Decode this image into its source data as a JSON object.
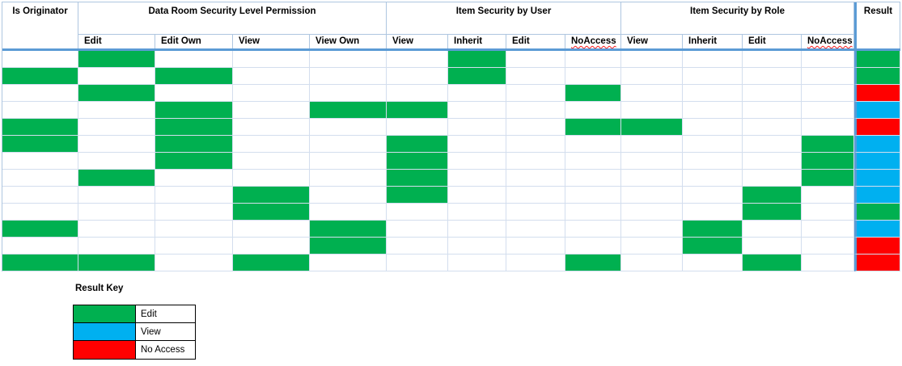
{
  "colors": {
    "edit": "#00B050",
    "view": "#00B0F0",
    "no_access": "#FF0000",
    "accent_blue": "#5B9BD5"
  },
  "table": {
    "corner_header": "Is Originator",
    "result_header": "Result",
    "groups": [
      {
        "label": "Data Room Security Level Permission",
        "columns": [
          {
            "label": "Edit"
          },
          {
            "label": "Edit Own"
          },
          {
            "label": "View"
          },
          {
            "label": "View Own"
          }
        ]
      },
      {
        "label": "Item Security by User",
        "columns": [
          {
            "label": "View"
          },
          {
            "label": "Inherit"
          },
          {
            "label": "Edit"
          },
          {
            "label": "NoAccess",
            "spellcheck_underline": true
          }
        ]
      },
      {
        "label": "Item Security by Role",
        "columns": [
          {
            "label": "View"
          },
          {
            "label": "Inherit"
          },
          {
            "label": "Edit"
          },
          {
            "label": "NoAccess",
            "spellcheck_underline": true
          }
        ]
      }
    ],
    "rows": [
      {
        "cells": [
          0,
          1,
          0,
          0,
          0,
          0,
          1,
          0,
          0,
          0,
          0,
          0,
          0
        ],
        "result": "edit"
      },
      {
        "cells": [
          1,
          0,
          1,
          0,
          0,
          0,
          1,
          0,
          0,
          0,
          0,
          0,
          0
        ],
        "result": "edit"
      },
      {
        "cells": [
          0,
          1,
          0,
          0,
          0,
          0,
          0,
          0,
          1,
          0,
          0,
          0,
          0
        ],
        "result": "no_access"
      },
      {
        "cells": [
          0,
          0,
          1,
          0,
          1,
          1,
          0,
          0,
          0,
          0,
          0,
          0,
          0
        ],
        "result": "view"
      },
      {
        "cells": [
          1,
          0,
          1,
          0,
          0,
          0,
          0,
          0,
          1,
          1,
          0,
          0,
          0
        ],
        "result": "no_access"
      },
      {
        "cells": [
          1,
          0,
          1,
          0,
          0,
          1,
          0,
          0,
          0,
          0,
          0,
          0,
          1
        ],
        "result": "view"
      },
      {
        "cells": [
          0,
          0,
          1,
          0,
          0,
          1,
          0,
          0,
          0,
          0,
          0,
          0,
          1
        ],
        "result": "view"
      },
      {
        "cells": [
          0,
          1,
          0,
          0,
          0,
          1,
          0,
          0,
          0,
          0,
          0,
          0,
          1
        ],
        "result": "view"
      },
      {
        "cells": [
          0,
          0,
          0,
          1,
          0,
          1,
          0,
          0,
          0,
          0,
          0,
          1,
          0
        ],
        "result": "view"
      },
      {
        "cells": [
          0,
          0,
          0,
          1,
          0,
          0,
          0,
          0,
          0,
          0,
          0,
          1,
          0
        ],
        "result": "edit"
      },
      {
        "cells": [
          1,
          0,
          0,
          0,
          1,
          0,
          0,
          0,
          0,
          0,
          1,
          0,
          0
        ],
        "result": "view"
      },
      {
        "cells": [
          0,
          0,
          0,
          0,
          1,
          0,
          0,
          0,
          0,
          0,
          1,
          0,
          0
        ],
        "result": "no_access"
      },
      {
        "cells": [
          1,
          1,
          0,
          1,
          0,
          0,
          0,
          0,
          1,
          0,
          0,
          1,
          0
        ],
        "result": "no_access"
      }
    ]
  },
  "legend": {
    "title": "Result Key",
    "entries": [
      {
        "color_key": "edit",
        "label": "Edit"
      },
      {
        "color_key": "view",
        "label": "View"
      },
      {
        "color_key": "no_access",
        "label": "No Access"
      }
    ]
  }
}
